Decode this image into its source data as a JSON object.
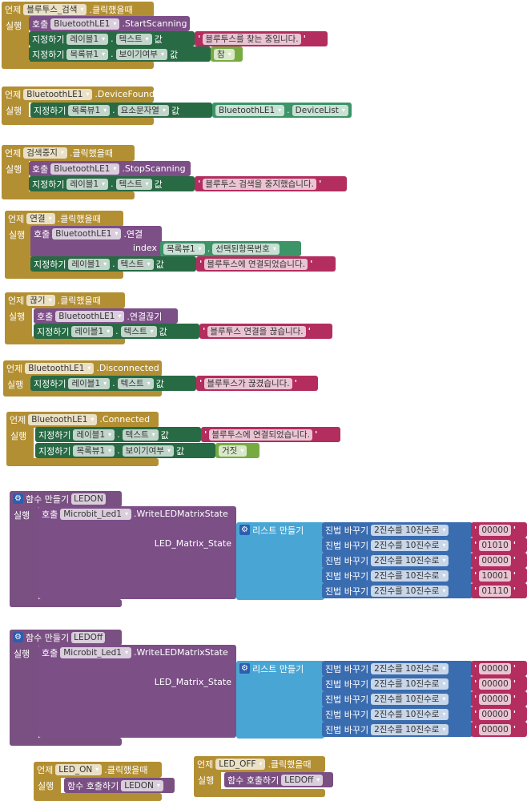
{
  "quote": "'",
  "dropdown_arrow": "▾",
  "gear_symbol": "⚙",
  "colors": {
    "event": "#b38f33",
    "call": "#7c4f87",
    "set": "#276a44",
    "text": "#b32d5e",
    "logic": "#77ab41",
    "getter": "#3c9467",
    "procedure": "#7a5082",
    "list": "#49a6d4",
    "math": "#3a6cb0"
  },
  "events": [
    {
      "do_label": "실행",
      "header": [
        {
          "label": "언제"
        },
        {
          "dd": "블루투스_검색"
        },
        {
          "label": ".클릭했을때"
        }
      ],
      "blocks": [
        {
          "parts": [
            {
              "label": "호출"
            },
            {
              "dd": "BluetoothLE1"
            },
            {
              "label": ".StartScanning"
            }
          ]
        },
        {
          "parts": [
            {
              "label": "지정하기"
            },
            {
              "dd": "레이블1"
            },
            {
              "label": "."
            },
            {
              "dd": "텍스트"
            },
            {
              "label": "값"
            }
          ]
        },
        {
          "parts": [
            {
              "str": "블루투스를 찾는 중입니다."
            }
          ]
        },
        {
          "parts": [
            {
              "label": "지정하기"
            },
            {
              "dd": "목록뷰1"
            },
            {
              "label": "."
            },
            {
              "dd": "보이기여부"
            },
            {
              "label": "값"
            }
          ]
        },
        {
          "parts": [
            {
              "dd": "참"
            }
          ]
        }
      ]
    },
    {
      "do_label": "실행",
      "header": [
        {
          "label": "언제"
        },
        {
          "dd": "BluetoothLE1"
        },
        {
          "label": ".DeviceFound"
        }
      ],
      "blocks": [
        {
          "parts": [
            {
              "label": "지정하기"
            },
            {
              "dd": "목록뷰1"
            },
            {
              "label": "."
            },
            {
              "dd": "요소문자열"
            },
            {
              "label": "값"
            }
          ]
        },
        {
          "parts": [
            {
              "dd": "BluetoothLE1"
            },
            {
              "label": "."
            },
            {
              "dd": "DeviceList"
            }
          ]
        }
      ]
    },
    {
      "do_label": "실행",
      "header": [
        {
          "label": "언제"
        },
        {
          "dd": "검색중지"
        },
        {
          "label": ".클릭했을때"
        }
      ],
      "blocks": [
        {
          "parts": [
            {
              "label": "호출"
            },
            {
              "dd": "BluetoothLE1"
            },
            {
              "label": ".StopScanning"
            }
          ]
        },
        {
          "parts": [
            {
              "label": "지정하기"
            },
            {
              "dd": "레이블1"
            },
            {
              "label": "."
            },
            {
              "dd": "텍스트"
            },
            {
              "label": "값"
            }
          ]
        },
        {
          "parts": [
            {
              "str": "블루투스 검색을 중지했습니다."
            }
          ]
        }
      ]
    },
    {
      "do_label": "실행",
      "header": [
        {
          "label": "언제"
        },
        {
          "dd": "연결"
        },
        {
          "label": ".클릭했을때"
        }
      ],
      "blocks": [
        {
          "parts": [
            {
              "label": "호출"
            },
            {
              "dd": "BluetoothLE1"
            },
            {
              "label": ".연결"
            }
          ],
          "arg": "index"
        },
        {
          "parts": [
            {
              "dd": "목록뷰1"
            },
            {
              "label": "."
            },
            {
              "dd": "선택된항목번호"
            }
          ]
        },
        {
          "parts": [
            {
              "label": "지정하기"
            },
            {
              "dd": "레이블1"
            },
            {
              "label": "."
            },
            {
              "dd": "텍스트"
            },
            {
              "label": "값"
            }
          ]
        },
        {
          "parts": [
            {
              "str": "블루투스에 연결되었습니다."
            }
          ]
        }
      ]
    },
    {
      "do_label": "실행",
      "header": [
        {
          "label": "언제"
        },
        {
          "dd": "끊기"
        },
        {
          "label": ".클릭했을때"
        }
      ],
      "blocks": [
        {
          "parts": [
            {
              "label": "호출"
            },
            {
              "dd": "BluetoothLE1"
            },
            {
              "label": ".연결끊기"
            }
          ]
        },
        {
          "parts": [
            {
              "label": "지정하기"
            },
            {
              "dd": "레이블1"
            },
            {
              "label": "."
            },
            {
              "dd": "텍스트"
            },
            {
              "label": "값"
            }
          ]
        },
        {
          "parts": [
            {
              "str": "블루투스 연결을 끊습니다."
            }
          ]
        }
      ]
    },
    {
      "do_label": "실행",
      "header": [
        {
          "label": "언제"
        },
        {
          "dd": "BluetoothLE1"
        },
        {
          "label": ".Disconnected"
        }
      ],
      "blocks": [
        {
          "parts": [
            {
              "label": "지정하기"
            },
            {
              "dd": "레이블1"
            },
            {
              "label": "."
            },
            {
              "dd": "텍스트"
            },
            {
              "label": "값"
            }
          ]
        },
        {
          "parts": [
            {
              "str": "블루투스가 끊겼습니다."
            }
          ]
        }
      ]
    },
    {
      "do_label": "실행",
      "header": [
        {
          "label": "언제"
        },
        {
          "dd": "BluetoothLE1"
        },
        {
          "label": ".Connected"
        }
      ],
      "blocks": [
        {
          "parts": [
            {
              "label": "지정하기"
            },
            {
              "dd": "레이블1"
            },
            {
              "label": "."
            },
            {
              "dd": "텍스트"
            },
            {
              "label": "값"
            }
          ]
        },
        {
          "parts": [
            {
              "str": "블루투스에 연결되었습니다."
            }
          ]
        },
        {
          "parts": [
            {
              "label": "지정하기"
            },
            {
              "dd": "목록뷰1"
            },
            {
              "label": "."
            },
            {
              "dd": "보이기여부"
            },
            {
              "label": "값"
            }
          ]
        },
        {
          "parts": [
            {
              "dd": "거짓"
            }
          ]
        }
      ]
    },
    {
      "do_label": "실행",
      "header": [
        {
          "label": "언제"
        },
        {
          "dd": "LED_ON"
        },
        {
          "label": ".클릭했을때"
        }
      ],
      "blocks": [
        {
          "parts": [
            {
              "label": "함수 호출하기"
            },
            {
              "dd": "LEDON"
            }
          ]
        }
      ]
    },
    {
      "do_label": "실행",
      "header": [
        {
          "label": "언제"
        },
        {
          "dd": "LED_OFF"
        },
        {
          "label": ".클릭했을때"
        }
      ],
      "blocks": [
        {
          "parts": [
            {
              "label": "함수 호출하기"
            },
            {
              "dd": "LEDOff"
            }
          ]
        }
      ]
    }
  ],
  "procedures": [
    {
      "do_label": "실행",
      "header": [
        {
          "gear": true
        },
        {
          "label": "함수 만들기"
        },
        {
          "field": "LEDON"
        }
      ],
      "call": {
        "parts": [
          {
            "label": "호출"
          },
          {
            "dd": "Microbit_Led1"
          },
          {
            "label": ".WriteLEDMatrixState"
          }
        ],
        "arg": "LED_Matrix_State"
      },
      "list": {
        "parts": [
          {
            "gear": true
          },
          {
            "label": "리스트 만들기"
          }
        ]
      },
      "items": [
        {
          "conv": {
            "parts": [
              {
                "label": "진법 바꾸기"
              },
              {
                "dd": "2진수를 10진수로"
              }
            ]
          },
          "value": {
            "parts": [
              {
                "str": "00000"
              }
            ]
          }
        },
        {
          "conv": {
            "parts": [
              {
                "label": "진법 바꾸기"
              },
              {
                "dd": "2진수를 10진수로"
              }
            ]
          },
          "value": {
            "parts": [
              {
                "str": "01010"
              }
            ]
          }
        },
        {
          "conv": {
            "parts": [
              {
                "label": "진법 바꾸기"
              },
              {
                "dd": "2진수를 10진수로"
              }
            ]
          },
          "value": {
            "parts": [
              {
                "str": "00000"
              }
            ]
          }
        },
        {
          "conv": {
            "parts": [
              {
                "label": "진법 바꾸기"
              },
              {
                "dd": "2진수를 10진수로"
              }
            ]
          },
          "value": {
            "parts": [
              {
                "str": "10001"
              }
            ]
          }
        },
        {
          "conv": {
            "parts": [
              {
                "label": "진법 바꾸기"
              },
              {
                "dd": "2진수를 10진수로"
              }
            ]
          },
          "value": {
            "parts": [
              {
                "str": "01110"
              }
            ]
          }
        }
      ]
    },
    {
      "do_label": "실행",
      "header": [
        {
          "gear": true
        },
        {
          "label": "함수 만들기"
        },
        {
          "field": "LEDOff"
        }
      ],
      "call": {
        "parts": [
          {
            "label": "호출"
          },
          {
            "dd": "Microbit_Led1"
          },
          {
            "label": ".WriteLEDMatrixState"
          }
        ],
        "arg": "LED_Matrix_State"
      },
      "list": {
        "parts": [
          {
            "gear": true
          },
          {
            "label": "리스트 만들기"
          }
        ]
      },
      "items": [
        {
          "conv": {
            "parts": [
              {
                "label": "진법 바꾸기"
              },
              {
                "dd": "2진수를 10진수로"
              }
            ]
          },
          "value": {
            "parts": [
              {
                "str": "00000"
              }
            ]
          }
        },
        {
          "conv": {
            "parts": [
              {
                "label": "진법 바꾸기"
              },
              {
                "dd": "2진수를 10진수로"
              }
            ]
          },
          "value": {
            "parts": [
              {
                "str": "00000"
              }
            ]
          }
        },
        {
          "conv": {
            "parts": [
              {
                "label": "진법 바꾸기"
              },
              {
                "dd": "2진수를 10진수로"
              }
            ]
          },
          "value": {
            "parts": [
              {
                "str": "00000"
              }
            ]
          }
        },
        {
          "conv": {
            "parts": [
              {
                "label": "진법 바꾸기"
              },
              {
                "dd": "2진수를 10진수로"
              }
            ]
          },
          "value": {
            "parts": [
              {
                "str": "00000"
              }
            ]
          }
        },
        {
          "conv": {
            "parts": [
              {
                "label": "진법 바꾸기"
              },
              {
                "dd": "2진수를 10진수로"
              }
            ]
          },
          "value": {
            "parts": [
              {
                "str": "00000"
              }
            ]
          }
        }
      ]
    }
  ]
}
